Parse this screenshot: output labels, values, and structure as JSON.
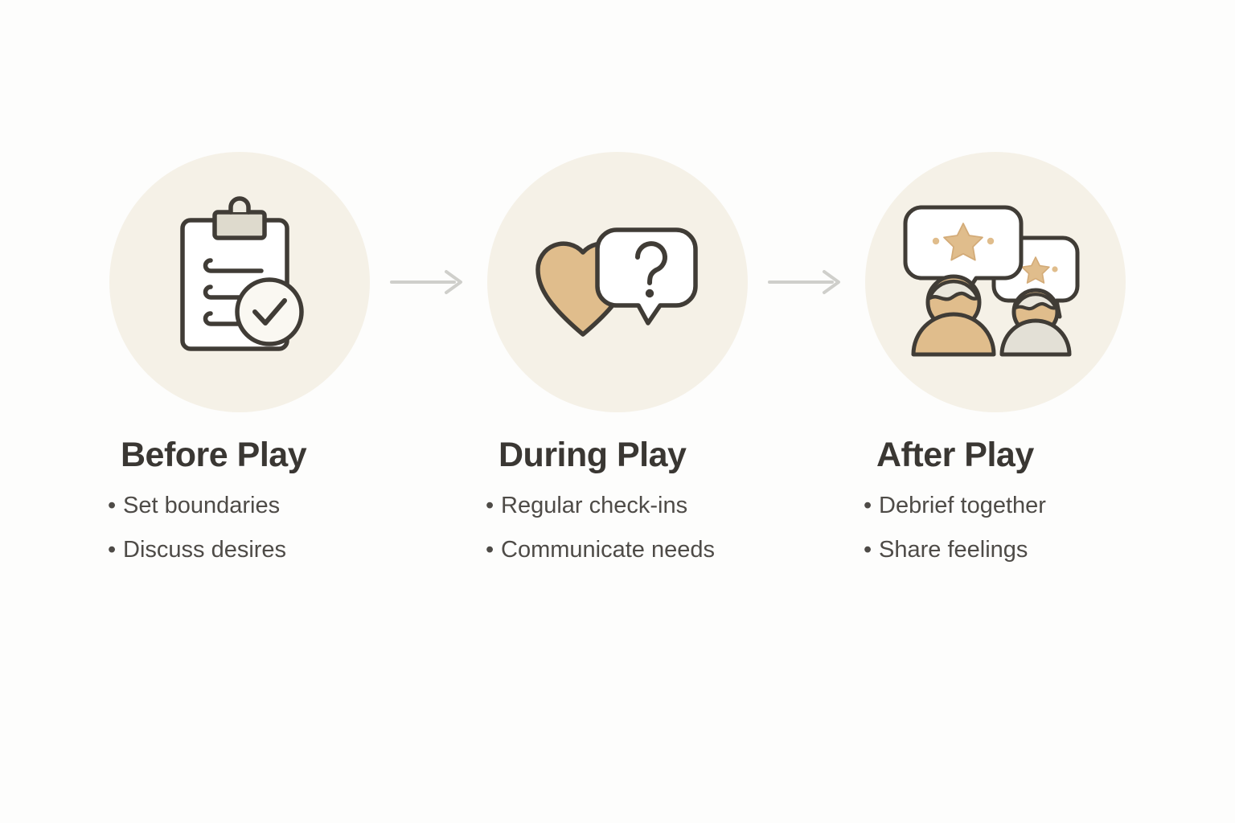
{
  "page": {
    "background_color": "#fdfdfc",
    "title_color": "#3a3733",
    "body_text_color": "#4e4b47",
    "circle_color": "#f5f1e7",
    "accent_tan": "#e0bd8c",
    "accent_gray": "#e3e0d6",
    "stroke_color": "#403c36",
    "arrow_color": "#cfcfcb",
    "bullet_marker": "•"
  },
  "stages": [
    {
      "id": "before-play",
      "title": "Before Play",
      "icon": "clipboard-checklist-icon",
      "bullets": [
        "Set boundaries",
        "Discuss desires"
      ]
    },
    {
      "id": "during-play",
      "title": "During Play",
      "icon": "heart-question-bubble-icon",
      "bullets": [
        "Regular check-ins",
        "Communicate needs"
      ]
    },
    {
      "id": "after-play",
      "title": "After Play",
      "icon": "two-people-speech-bubbles-icon",
      "bullets": [
        "Debrief together",
        "Share feelings"
      ]
    }
  ],
  "connectors": [
    {
      "id": "arrow-1",
      "icon": "arrow-right-icon"
    },
    {
      "id": "arrow-2",
      "icon": "arrow-right-icon"
    }
  ]
}
